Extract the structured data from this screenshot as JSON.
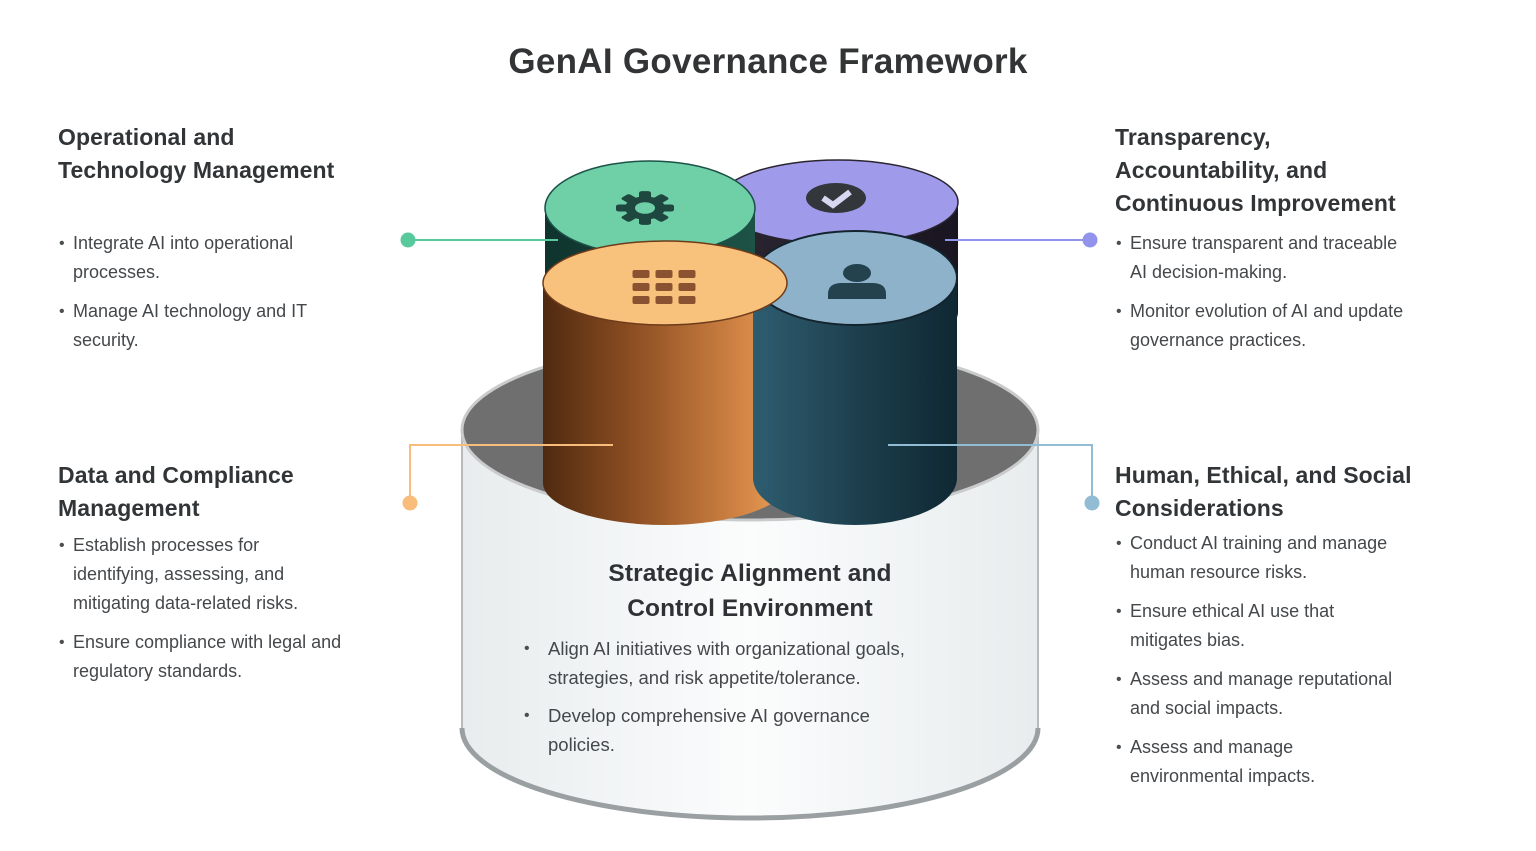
{
  "title": "GenAI Governance Framework",
  "sections": {
    "operational": {
      "heading": "Operational and\nTechnology Management",
      "bullets": [
        "Integrate AI into operational\nprocesses.",
        "Manage AI technology and IT\nsecurity."
      ]
    },
    "transparency": {
      "heading": "Transparency,\nAccountability, and\nContinuous Improvement",
      "bullets": [
        "Ensure transparent and traceable\nAI decision-making.",
        "Monitor evolution of AI and update\ngovernance practices."
      ]
    },
    "data_compliance": {
      "heading": "Data and Compliance\nManagement",
      "bullets": [
        "Establish processes for\nidentifying, assessing, and\nmitigating data-related risks.",
        "Ensure compliance with legal and\nregulatory standards."
      ]
    },
    "human_ethical": {
      "heading": "Human, Ethical, and Social\nConsiderations",
      "bullets": [
        "Conduct AI training and manage\nhuman resource risks.",
        "Ensure ethical AI use that\nmitigates bias.",
        "Assess and manage reputational\nand social impacts.",
        "Assess and manage\nenvironmental impacts."
      ]
    },
    "strategic": {
      "heading": "Strategic Alignment and\nControl Environment",
      "bullets": [
        "Align AI initiatives with organizational goals,\nstrategies, and risk appetite/tolerance.",
        "Develop comprehensive AI governance\npolicies."
      ]
    }
  },
  "illustration": {
    "center_cylinder_icons": {
      "operational": "gear-icon",
      "transparency": "check-badge-icon",
      "data_compliance": "grid-icon",
      "human_ethical": "person-icon"
    }
  },
  "colors": {
    "green_top": "#6fd0a8",
    "purple_top": "#9f9bea",
    "orange_top": "#f8c17c",
    "blue_top": "#8db2ca",
    "green_line": "#57c99c",
    "purple_line": "#9193ec",
    "orange_line": "#f9bd7b",
    "blue_line": "#92bcd4",
    "heading_text": "#323537",
    "body_text": "#44484b",
    "base_ellipse": "#6f6f6f"
  }
}
